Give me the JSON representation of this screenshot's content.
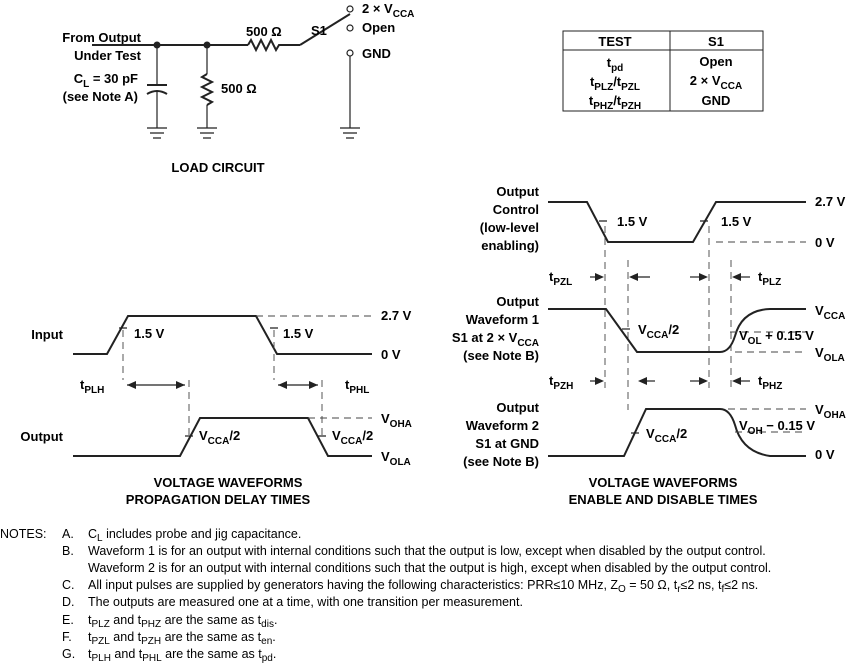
{
  "load_circuit": {
    "from_output_line1": "From Output",
    "from_output_line2": "Under Test",
    "cl_label": "C",
    "cl_sub": "L",
    "cl_value": " = 30 pF",
    "cl_note": "(see Note A)",
    "r_series_label": "500 Ω",
    "r_shunt_label": "500 Ω",
    "s1_label": "S1",
    "switch_2x_prefix": "2 × V",
    "switch_2x_sub": "CCA",
    "switch_open": "Open",
    "switch_gnd": "GND",
    "title": "LOAD CIRCUIT"
  },
  "test_table": {
    "headers": [
      "TEST",
      "S1"
    ],
    "rows": [
      {
        "test_main": "t",
        "test_sub": "pd",
        "s1": "Open"
      },
      {
        "test_main": "t",
        "test_sub": "PLZ",
        "test_mid": "/t",
        "test_sub2": "PZL",
        "s1_prefix": "2 × V",
        "s1_sub": "CCA"
      },
      {
        "test_main": "t",
        "test_sub": "PHZ",
        "test_mid": "/t",
        "test_sub2": "PZH",
        "s1": "GND"
      }
    ]
  },
  "prop_delay": {
    "input_label": "Input",
    "output_label": "Output",
    "v15_a": "1.5 V",
    "v15_b": "1.5 V",
    "v27": "2.7 V",
    "v0": "0 V",
    "tplh": "t",
    "tplh_sub": "PLH",
    "tphl": "t",
    "tphl_sub": "PHL",
    "voha": "V",
    "voha_sub": "OHA",
    "vola": "V",
    "vola_sub": "OLA",
    "vcca_half_a": "V",
    "vcca_half_a_sub": "CCA",
    "vcca_half_a_tail": "/2",
    "vcca_half_b": "V",
    "vcca_half_b_sub": "CCA",
    "vcca_half_b_tail": "/2",
    "title_line1": "VOLTAGE WAVEFORMS",
    "title_line2": "PROPAGATION DELAY TIMES"
  },
  "enable_disable": {
    "oc_line1": "Output",
    "oc_line2": "Control",
    "oc_line3": "(low-level",
    "oc_line4": "enabling)",
    "v15_a": "1.5 V",
    "v15_b": "1.5 V",
    "v27": "2.7 V",
    "v0_top": "0 V",
    "tpzl": "t",
    "tpzl_sub": "PZL",
    "tplz": "t",
    "tplz_sub": "PLZ",
    "w1_line1": "Output",
    "w1_line2": "Waveform 1",
    "w1_line3": "S1 at 2 × V",
    "w1_line3_sub": "CCA",
    "w1_line4": "(see Note B)",
    "vcca_label": "V",
    "vcca_sub": "CCA",
    "vcca_half_w1": "V",
    "vcca_half_w1_sub": "CCA",
    "vcca_half_w1_tail": "/2",
    "vol_label": "V",
    "vol_sub": "OL",
    "vol_tail": " + 0.15 V",
    "vola_label": "V",
    "vola_sub": "OLA",
    "tpzh": "t",
    "tpzh_sub": "PZH",
    "tphz": "t",
    "tphz_sub": "PHZ",
    "w2_line1": "Output",
    "w2_line2": "Waveform 2",
    "w2_line3": "S1 at GND",
    "w2_line4": "(see Note B)",
    "voha_label": "V",
    "voha_sub": "OHA",
    "vcca_half_w2": "V",
    "vcca_half_w2_sub": "CCA",
    "vcca_half_w2_tail": "/2",
    "voh_label": "V",
    "voh_sub": "OH",
    "voh_tail": " − 0.15 V",
    "v0_bottom": "0 V",
    "title_line1": "VOLTAGE WAVEFORMS",
    "title_line2": "ENABLE AND DISABLE TIMES"
  },
  "notes": {
    "heading": "NOTES:",
    "items": [
      {
        "letter": "A.",
        "parts": [
          "C",
          "L",
          " includes probe and jig capacitance."
        ]
      },
      {
        "letter": "B.",
        "text": "Waveform 1 is for an output with internal conditions such that the output is low, except when disabled by the output control."
      },
      {
        "letter": "",
        "text": "Waveform 2 is for an output with internal conditions such that the output is high, except when disabled by the output control."
      },
      {
        "letter": "C.",
        "parts": [
          "All input pulses are supplied by generators having the following characteristics: PRR≤10 MHz, Z",
          "O",
          " = 50 Ω, t",
          "r",
          "≤2 ns, t",
          "f",
          "≤2 ns."
        ]
      },
      {
        "letter": "D.",
        "text": "The outputs are measured one at a time, with one transition per measurement."
      },
      {
        "letter": "E.",
        "parts": [
          "t",
          "PLZ",
          " and t",
          "PHZ",
          " are the same as t",
          "dis",
          "."
        ]
      },
      {
        "letter": "F.",
        "parts": [
          "t",
          "PZL",
          " and t",
          "PZH",
          " are the same as t",
          "en",
          "."
        ]
      },
      {
        "letter": "G.",
        "parts": [
          "t",
          "PLH",
          " and t",
          "PHL",
          " are the same as t",
          "pd",
          "."
        ]
      }
    ]
  }
}
